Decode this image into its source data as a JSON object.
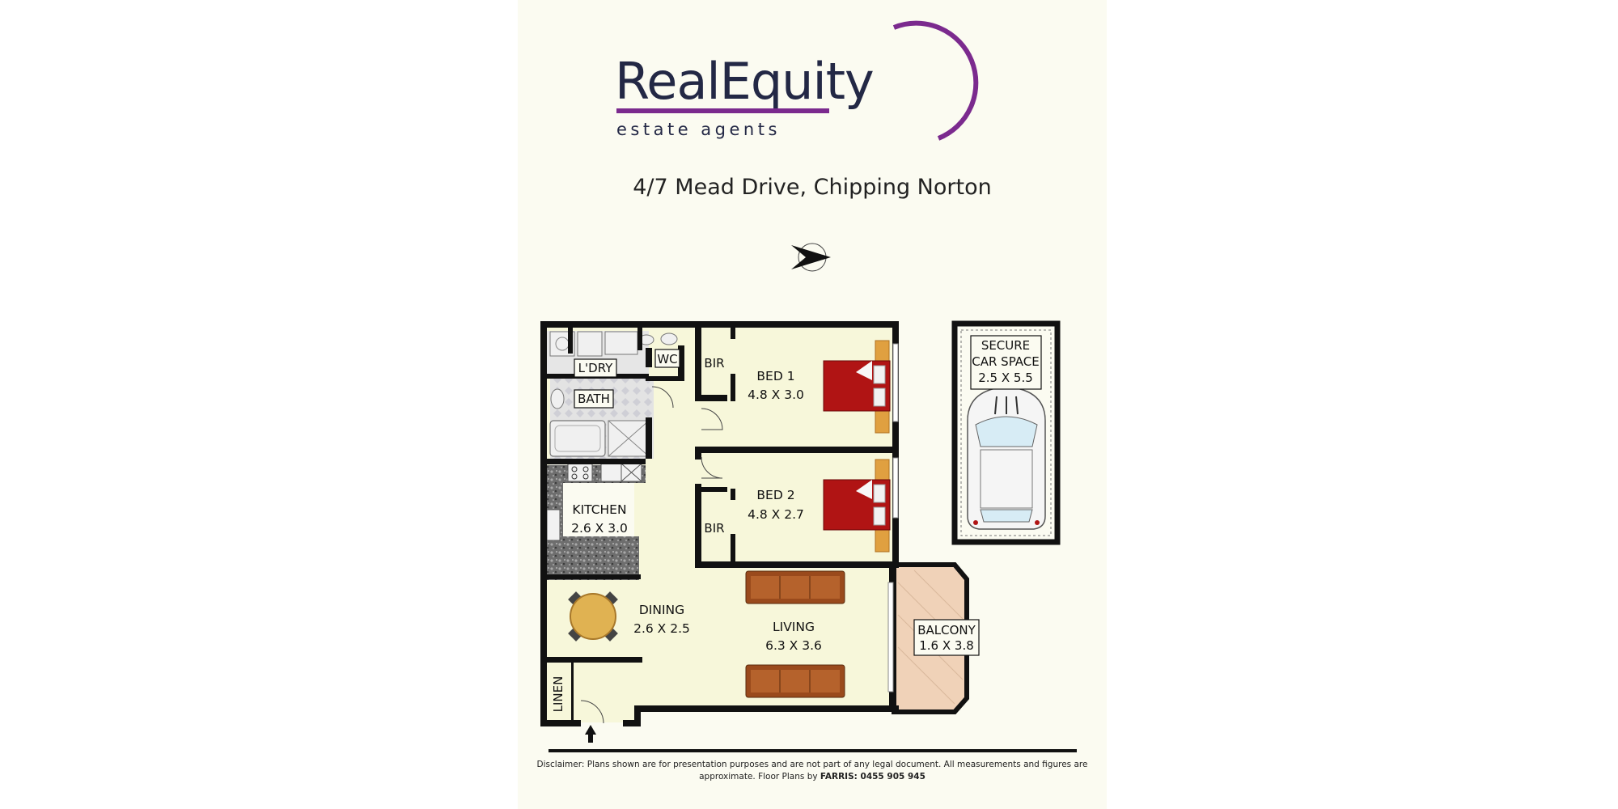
{
  "brand": {
    "name": "RealEquity",
    "tagline": "estate agents",
    "accent_color": "#7b2a8e",
    "text_color": "#232845"
  },
  "address": "4/7 Mead Drive, Chipping Norton",
  "compass_icon": "north-arrow-icon",
  "rooms": {
    "laundry": "L'DRY",
    "wc": "WC",
    "bath": "BATH",
    "bir1": "BIR",
    "bir2": "BIR",
    "bed1_name": "BED 1",
    "bed1_size": "4.8 X 3.0",
    "bed2_name": "BED 2",
    "bed2_size": "4.8 X 2.7",
    "kitchen_name": "KITCHEN",
    "kitchen_size": "2.6 X 3.0",
    "dining_name": "DINING",
    "dining_size": "2.6 X 2.5",
    "living_name": "LIVING",
    "living_size": "6.3 X 3.6",
    "balcony_name": "BALCONY",
    "balcony_size": "1.6 X 3.8",
    "linen": "LINEN",
    "car_line1": "SECURE",
    "car_line2": "CAR SPACE",
    "car_size": "2.5 X 5.5"
  },
  "colors": {
    "paper": "#fbfbf1",
    "floor": "#f7f7da",
    "wall": "#111111",
    "bed_red": "#b01414",
    "sofa_brown": "#9a4a1c",
    "table_wood": "#e0b252",
    "balcony_tile": "#f0d2b8",
    "benchtop_granite": "#6e6e6e"
  },
  "disclaimer": {
    "text": "Disclaimer: Plans shown are for presentation purposes and are not part of any legal document. All measurements and figures are approximate. Floor Plans by ",
    "credit": "FARRIS: 0455 905 945"
  }
}
